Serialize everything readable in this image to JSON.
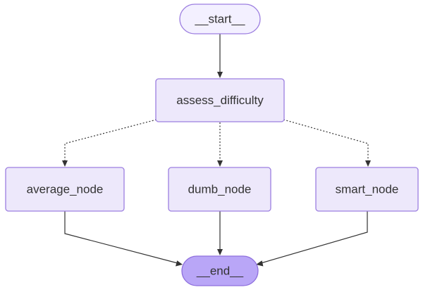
{
  "diagram": {
    "nodes": {
      "start": {
        "label": "__start__"
      },
      "assess": {
        "label": "assess_difficulty"
      },
      "average": {
        "label": "average_node"
      },
      "dumb": {
        "label": "dumb_node"
      },
      "smart": {
        "label": "smart_node"
      },
      "end": {
        "label": "__end__"
      }
    },
    "edges": [
      {
        "from": "start",
        "to": "assess",
        "style": "solid"
      },
      {
        "from": "assess",
        "to": "average",
        "style": "dotted"
      },
      {
        "from": "assess",
        "to": "dumb",
        "style": "dotted"
      },
      {
        "from": "assess",
        "to": "smart",
        "style": "dotted"
      },
      {
        "from": "average",
        "to": "end",
        "style": "solid"
      },
      {
        "from": "dumb",
        "to": "end",
        "style": "solid"
      },
      {
        "from": "smart",
        "to": "end",
        "style": "solid"
      }
    ],
    "colors": {
      "node_fill": "#ede8fb",
      "node_border": "#9c7ee0",
      "end_fill": "#b9a6f7",
      "edge": "#333333"
    }
  }
}
